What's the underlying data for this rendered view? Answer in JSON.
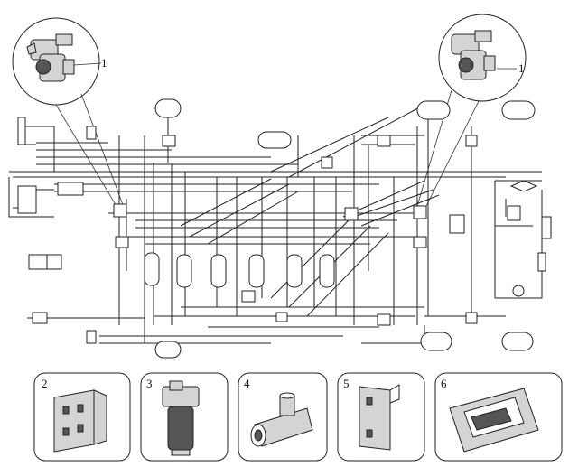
{
  "callouts": {
    "left_valve": "1",
    "right_valve": "1"
  },
  "panels": [
    {
      "id": "bracket",
      "label": "2",
      "icon": "bracket-plate-icon"
    },
    {
      "id": "filter",
      "label": "3",
      "icon": "filter-valve-icon"
    },
    {
      "id": "tee",
      "label": "4",
      "icon": "tee-connector-icon"
    },
    {
      "id": "plate",
      "label": "5",
      "icon": "mounting-plate-icon"
    },
    {
      "id": "module",
      "label": "6",
      "icon": "control-module-icon"
    }
  ],
  "colors": {
    "line": "#222222",
    "shade": "#d4d4d4",
    "background": "#ffffff"
  }
}
